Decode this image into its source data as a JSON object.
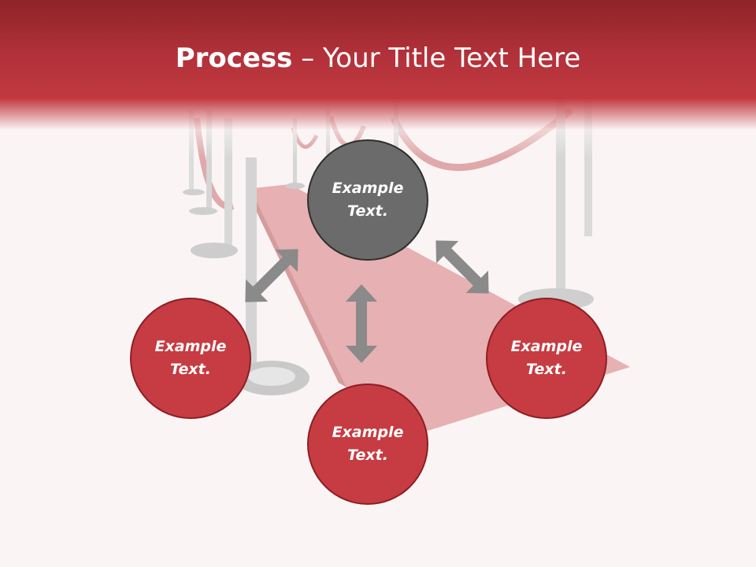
{
  "header": {
    "title_bold": "Process",
    "title_rest": " – Your Title Text Here"
  },
  "colors": {
    "header_dark": "#8e2328",
    "header_red": "#c1393f",
    "circle_red": "#c63c42",
    "circle_gray": "#6b6b6b",
    "arrow_gray": "#8a8a8a",
    "background": "#fbf4f4"
  },
  "diagram": {
    "nodes": [
      {
        "id": "top",
        "line1": "Example",
        "line2": "Text.",
        "color": "gray"
      },
      {
        "id": "left",
        "line1": "Example",
        "line2": "Text.",
        "color": "red"
      },
      {
        "id": "right",
        "line1": "Example",
        "line2": "Text.",
        "color": "red"
      },
      {
        "id": "bottom",
        "line1": "Example",
        "line2": "Text.",
        "color": "red"
      }
    ],
    "arrows": [
      {
        "from": "top",
        "to": "left",
        "type": "double-headed"
      },
      {
        "from": "top",
        "to": "right",
        "type": "double-headed"
      },
      {
        "from": "top",
        "to": "bottom",
        "type": "double-headed"
      }
    ]
  }
}
